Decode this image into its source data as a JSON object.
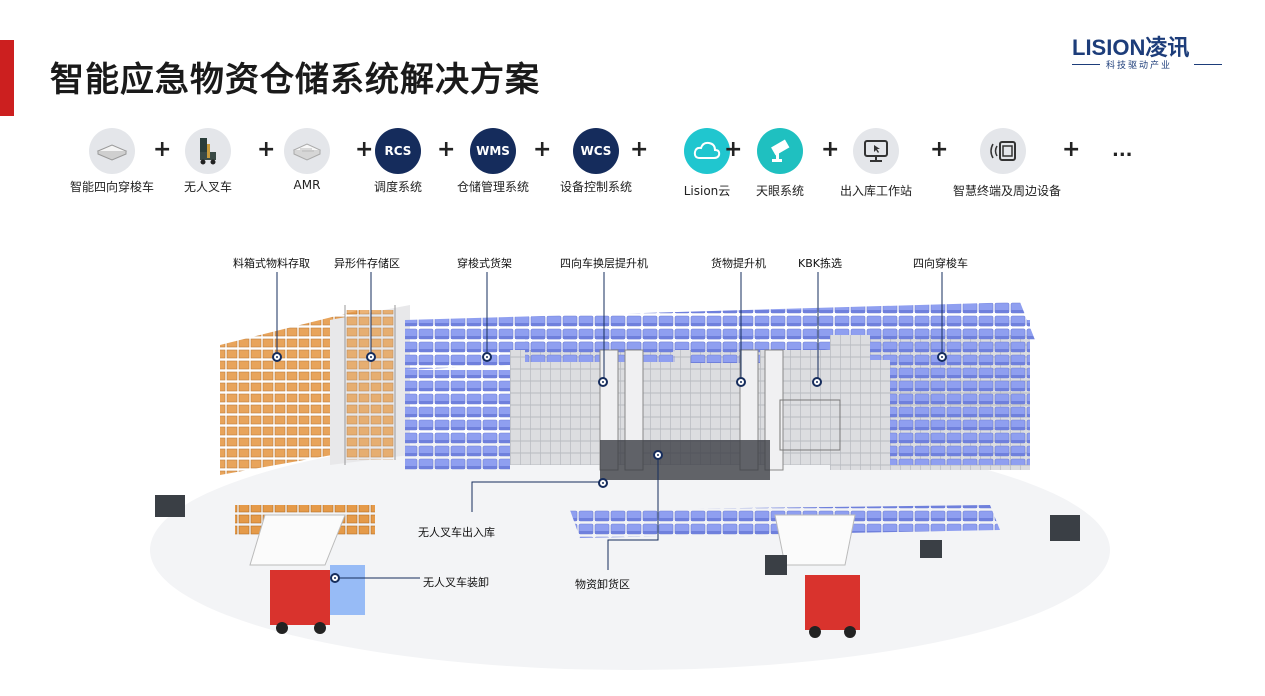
{
  "header": {
    "title": "智能应急物资仓储系统解决方案",
    "logo_text": "LISION凌讯",
    "logo_subtitle": "科技驱动产业"
  },
  "toolbar": {
    "items": [
      {
        "label": "智能四向穿梭车",
        "icon": "shuttle-car-icon"
      },
      {
        "label": "无人叉车",
        "icon": "forklift-icon"
      },
      {
        "label": "AMR",
        "icon": "amr-robot-icon"
      },
      {
        "label": "调度系统",
        "badge": "RCS"
      },
      {
        "label": "仓储管理系统",
        "badge": "WMS"
      },
      {
        "label": "设备控制系统",
        "badge": "WCS"
      },
      {
        "label": "Lision云",
        "icon": "cloud-icon"
      },
      {
        "label": "天眼系统",
        "icon": "camera-icon"
      },
      {
        "label": "出入库工作站",
        "icon": "workstation-icon"
      },
      {
        "label": "智慧终端及周边设备",
        "icon": "nfc-terminal-icon"
      }
    ],
    "plus": "+",
    "ellipsis": "..."
  },
  "diagram": {
    "callouts": [
      {
        "label": "料箱式物料存取"
      },
      {
        "label": "异形件存储区"
      },
      {
        "label": "穿梭式货架"
      },
      {
        "label": "四向车换层提升机"
      },
      {
        "label": "货物提升机"
      },
      {
        "label": "KBK拣选"
      },
      {
        "label": "四向穿梭车"
      },
      {
        "label": "无人叉车出入库"
      },
      {
        "label": "无人叉车装卸"
      },
      {
        "label": "物资卸货区"
      }
    ]
  },
  "colors": {
    "accent": "#cc1f1f",
    "brand": "#1d3d7a",
    "navy_badge": "#152c5c",
    "teal": "#20c6cf",
    "bin_blue": "#8f9ff0",
    "truck_red": "#d9332d"
  }
}
